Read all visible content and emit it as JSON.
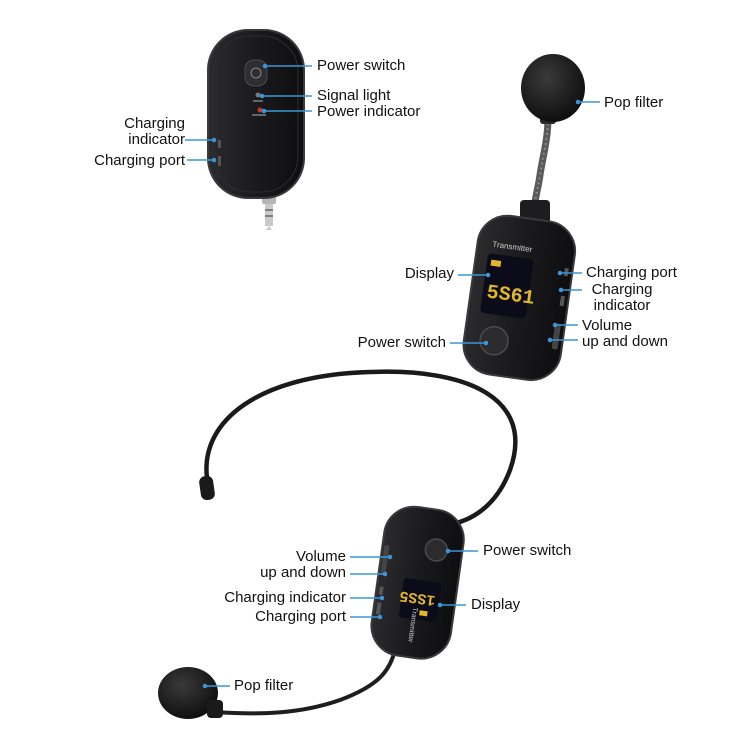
{
  "colors": {
    "leader": "#3a96d8",
    "device": "#1c1c1e",
    "device_edge": "#3a3a3c",
    "screen": "#0b0b1a",
    "digits": "#e3b72a",
    "foam": "#141414"
  },
  "receiver": {
    "power_switch": "Power switch",
    "signal_light": "Signal light",
    "power_indicator": "Power indicator",
    "charging_indicator_line1": "Charging",
    "charging_indicator_line2": "indicator",
    "charging_port": "Charging port"
  },
  "handheld": {
    "pop_filter": "Pop filter",
    "display": "Display",
    "charging_port": "Charging port",
    "charging_indicator_line1": "Charging",
    "charging_indicator_line2": "indicator",
    "volume_line1": "Volume",
    "volume_line2": "up and down",
    "power_switch": "Power switch",
    "device_text": "Transmitter",
    "screen_digits": "5S61"
  },
  "headset": {
    "volume_line1": "Volume",
    "volume_line2": "up and down",
    "charging_indicator": "Charging indicator",
    "charging_port": "Charging port",
    "power_switch": "Power switch",
    "display": "Display",
    "pop_filter": "Pop filter",
    "device_text": "Transmitter",
    "screen_digits": "1SS5"
  }
}
